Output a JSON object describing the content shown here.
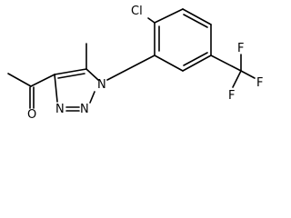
{
  "molecule": {
    "atoms": {
      "cl": "Cl",
      "n1": "N",
      "n2": "N",
      "n3": "N",
      "o": "O",
      "f_top": "F",
      "f_right": "F",
      "f_bottom": "F"
    },
    "colors": {
      "bond": "#000000",
      "label": "#000000",
      "background": "#ffffff"
    }
  }
}
